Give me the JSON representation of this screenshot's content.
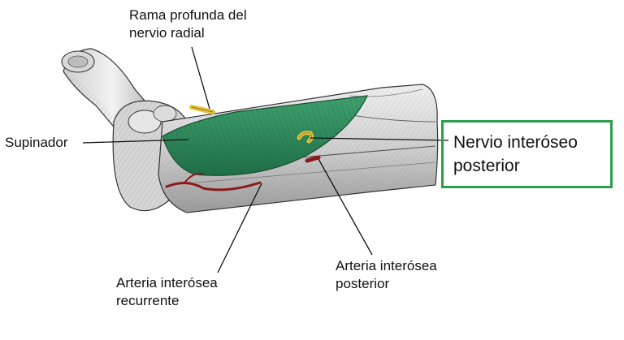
{
  "labels": {
    "rama_line1": "Rama profunda del",
    "rama_line2": "nervio radial",
    "supinador": "Supinador",
    "nervio_line1": "Nervio interóseo",
    "nervio_line2": "posterior",
    "art_rec_line1": "Arteria interósea",
    "art_rec_line2": "recurrente",
    "art_post_line1": "Arteria interósea",
    "art_post_line2": "posterior"
  },
  "colors": {
    "muscle": "#2e8b5e",
    "nerve": "#e7c23a",
    "artery": "#8b1a1a",
    "highlight_box": "#2f9e4a",
    "bone": "#d9d9d9"
  }
}
